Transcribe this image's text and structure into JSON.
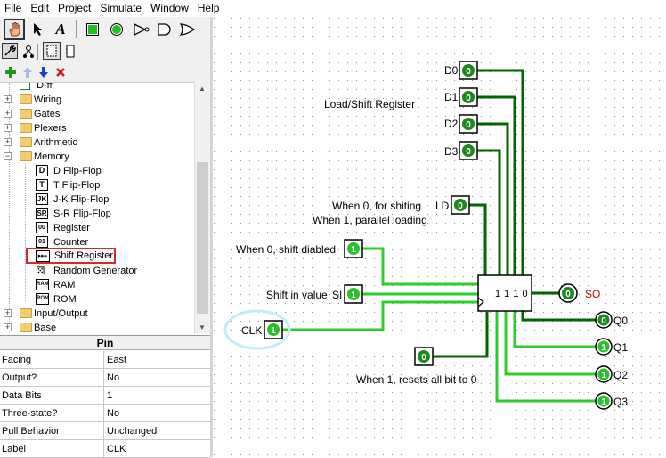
{
  "menu": [
    "File",
    "Edit",
    "Project",
    "Simulate",
    "Window",
    "Help"
  ],
  "toolbar": {
    "tools": [
      "hand-poke-icon",
      "select-arrow-icon",
      "text-tool-icon",
      "input-pin-icon",
      "output-pin-icon",
      "not-gate-icon",
      "and-gate-icon",
      "or-gate-icon"
    ],
    "text_tool_glyph": "A"
  },
  "tree": {
    "items": [
      {
        "label": "D-ff",
        "kind": "component",
        "icon": ""
      },
      {
        "label": "Wiring",
        "kind": "folder"
      },
      {
        "label": "Gates",
        "kind": "folder"
      },
      {
        "label": "Plexers",
        "kind": "folder"
      },
      {
        "label": "Arithmetic",
        "kind": "folder"
      },
      {
        "label": "Memory",
        "kind": "folder"
      },
      {
        "label": "D Flip-Flop",
        "kind": "component",
        "icon": "D"
      },
      {
        "label": "T Flip-Flop",
        "kind": "component",
        "icon": "T"
      },
      {
        "label": "J-K Flip-Flop",
        "kind": "component",
        "icon": "JK"
      },
      {
        "label": "S-R Flip-Flop",
        "kind": "component",
        "icon": "SR"
      },
      {
        "label": "Register",
        "kind": "component",
        "icon": "00"
      },
      {
        "label": "Counter",
        "kind": "component",
        "icon": "01"
      },
      {
        "label": "Shift Register",
        "kind": "component",
        "icon": "▸▸▸"
      },
      {
        "label": "Random Generator",
        "kind": "component",
        "icon": "⚄"
      },
      {
        "label": "RAM",
        "kind": "component",
        "icon": "RAM"
      },
      {
        "label": "ROM",
        "kind": "component",
        "icon": "ROM"
      },
      {
        "label": "Input/Output",
        "kind": "folder"
      },
      {
        "label": "Base",
        "kind": "folder"
      }
    ],
    "selected": "Shift Register"
  },
  "props": {
    "title": "Pin",
    "rows": [
      {
        "key": "Facing",
        "value": "East"
      },
      {
        "key": "Output?",
        "value": "No"
      },
      {
        "key": "Data Bits",
        "value": "1"
      },
      {
        "key": "Three-state?",
        "value": "No"
      },
      {
        "key": "Pull Behavior",
        "value": "Unchanged"
      },
      {
        "key": "Label",
        "value": "CLK"
      }
    ]
  },
  "circuit": {
    "title_label": "Load/Shift Register",
    "data_pins": [
      {
        "label": "D0",
        "value": "0"
      },
      {
        "label": "D1",
        "value": "0"
      },
      {
        "label": "D2",
        "value": "0"
      },
      {
        "label": "D3",
        "value": "0"
      }
    ],
    "ld": {
      "label": "LD",
      "value": "0",
      "note1": "When 0, for shiting",
      "note2": "When 1, parallel loading"
    },
    "shift_enable": {
      "note": "When 0, shift diabled",
      "value": "1"
    },
    "si": {
      "note": "Shift in value",
      "label": "SI",
      "value": "1"
    },
    "clk": {
      "label": "CLK",
      "value": "1"
    },
    "reset": {
      "value": "0",
      "note": "When 1, resets all bit to 0"
    },
    "register_contents": "1 1 1 0",
    "so": {
      "label": "SO",
      "value": "0"
    },
    "outputs": [
      {
        "label": "Q0",
        "value": "0"
      },
      {
        "label": "Q1",
        "value": "1"
      },
      {
        "label": "Q2",
        "value": "1"
      },
      {
        "label": "Q3",
        "value": "1"
      }
    ],
    "colors": {
      "wire_low": "#006400",
      "wire_high": "#2ecc2e",
      "pin_low": "#1a8a1a",
      "pin_high": "#27c227",
      "label_red": "#d00000"
    }
  }
}
